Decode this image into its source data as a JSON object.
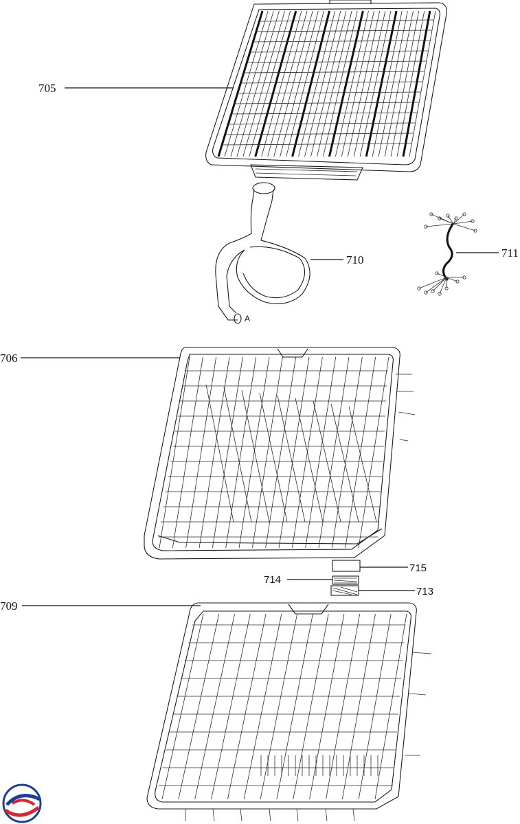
{
  "callouts": {
    "c705": "705",
    "c706": "706",
    "c709": "709",
    "c710": "710",
    "c711": "711",
    "c713": "713",
    "c714": "714",
    "c715": "715",
    "hose_end": "A"
  },
  "parts": [
    {
      "id": "705",
      "kind": "cutlery-tray"
    },
    {
      "id": "706",
      "kind": "upper-basket"
    },
    {
      "id": "709",
      "kind": "lower-basket"
    },
    {
      "id": "710",
      "kind": "water-hose"
    },
    {
      "id": "711",
      "kind": "wire-harness"
    },
    {
      "id": "713",
      "kind": "pad"
    },
    {
      "id": "714",
      "kind": "pad"
    },
    {
      "id": "715",
      "kind": "label"
    }
  ],
  "logo": {
    "name": "brand-logo",
    "colors": [
      "#1c3f94",
      "#d7262e"
    ]
  }
}
